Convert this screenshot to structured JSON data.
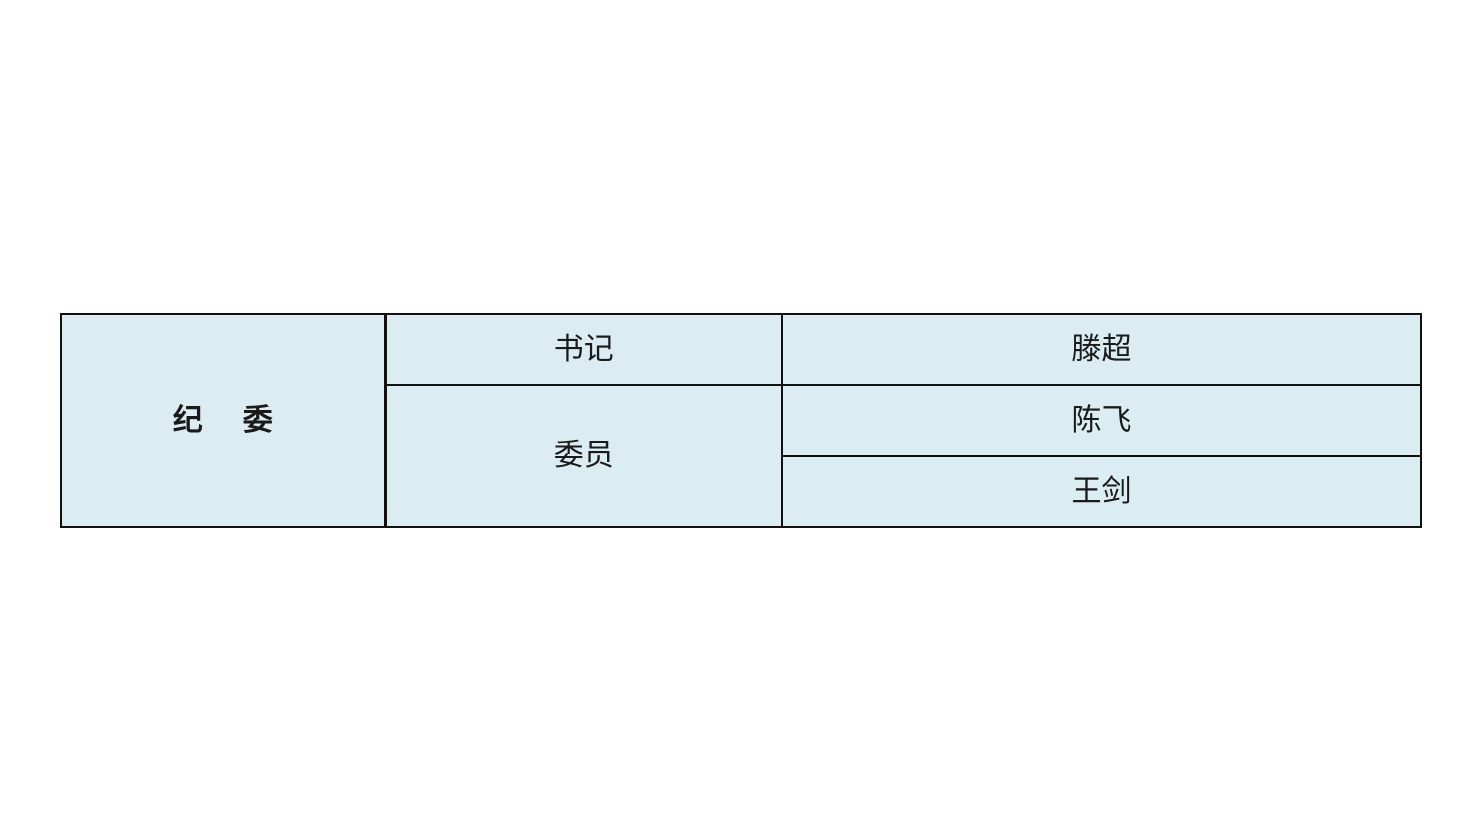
{
  "table": {
    "organization": {
      "char1": "纪",
      "char2": "委"
    },
    "rows": [
      {
        "role": "书记",
        "names": [
          "滕超"
        ]
      },
      {
        "role": "委员",
        "names": [
          "陈飞",
          "王剑"
        ]
      }
    ]
  }
}
